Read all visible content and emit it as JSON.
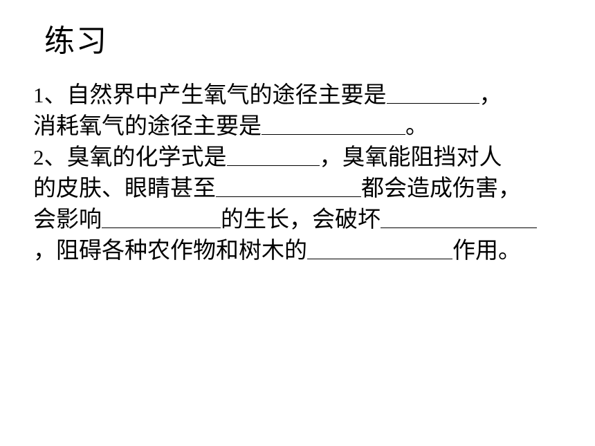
{
  "title": "练习",
  "q1": {
    "num": "1",
    "text_a": "、自然界中产生氧气的途径主要是",
    "text_b": "，",
    "text_c": "消耗氧气的途径主要是",
    "text_d": "。"
  },
  "q2": {
    "num": "2",
    "text_a": "、臭氧的化学式是",
    "text_b": "，臭氧能阻挡对人",
    "text_c": "的皮肤、眼睛甚至",
    "text_d": "都会造成伤害，",
    "text_e": "会影响",
    "text_f": "的生长，会破坏",
    "text_g": "，阻碍各种农作物和树木的",
    "text_h": "作用。"
  }
}
